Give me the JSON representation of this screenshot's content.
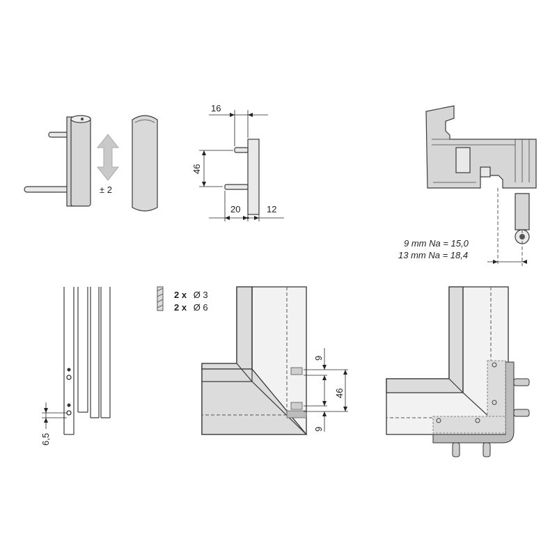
{
  "adjustment": {
    "label": "± 2"
  },
  "dimensions": {
    "top_width": "16",
    "height": "46",
    "offset": "20",
    "depth": "12",
    "edge_distance": "6,5",
    "edge_top": "9",
    "pin_spacing": "46",
    "edge_bottom": "9"
  },
  "profile_notes": {
    "line1": "9 mm Na = 15,0",
    "line2": "13 mm Na = 18,4"
  },
  "drilling": {
    "qty1_prefix": "2 x",
    "qty1_diameter": "Ø 3",
    "qty2_prefix": "2 x",
    "qty2_diameter": "Ø 6"
  },
  "colors": {
    "part_fill": "#d6d6d6",
    "line": "#3a3a3a",
    "background": "#ffffff"
  }
}
